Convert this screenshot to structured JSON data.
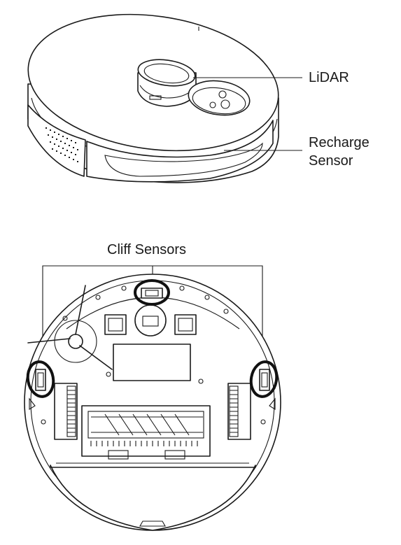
{
  "labels": {
    "lidar": "LiDAR",
    "recharge_line1": "Recharge",
    "recharge_line2": "Sensor",
    "cliff_sensors": "Cliff Sensors"
  },
  "colors": {
    "ink": "#1a1a1a",
    "background": "#ffffff"
  }
}
